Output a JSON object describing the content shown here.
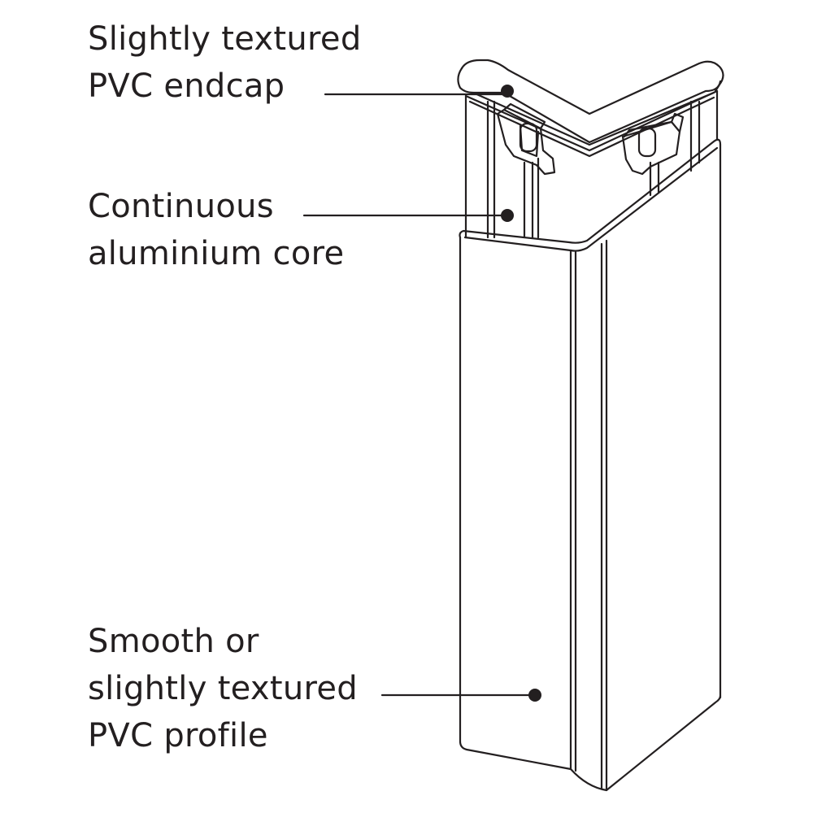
{
  "labels": {
    "endcap": {
      "lines": [
        "Slightly textured",
        "PVC endcap"
      ]
    },
    "core": {
      "lines": [
        "Continuous",
        "aluminium core"
      ]
    },
    "profile": {
      "lines": [
        "Smooth or",
        "slightly textured",
        "PVC profile"
      ]
    }
  },
  "colors": {
    "line": "#231f20",
    "background": "#ffffff"
  }
}
